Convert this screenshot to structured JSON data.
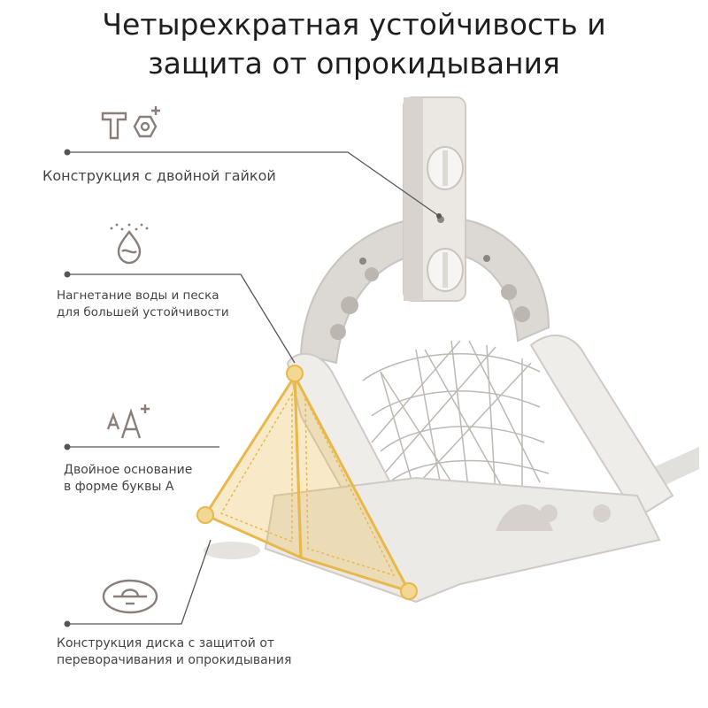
{
  "title": {
    "line1": "Четырехкратная устойчивость и",
    "line2": "защита от опрокидывания"
  },
  "features": [
    {
      "icon": "bolt-nut-icon",
      "text_lines": [
        "Конструкция с двойной гайкой"
      ]
    },
    {
      "icon": "water-sand-icon",
      "text_lines": [
        "Нагнетание воды и песка",
        "для большей устойчивости"
      ]
    },
    {
      "icon": "letter-a-icon",
      "text_lines": [
        "Двойное основание",
        "в форме буквы А"
      ]
    },
    {
      "icon": "disc-icon",
      "text_lines": [
        "Конструкция диска с защитой от",
        "переворачивания и опрокидывания"
      ]
    }
  ],
  "colors": {
    "accent": "#e8b84a",
    "line": "#555555",
    "product": "#e8e6e2",
    "icon": "#8a7e78"
  }
}
